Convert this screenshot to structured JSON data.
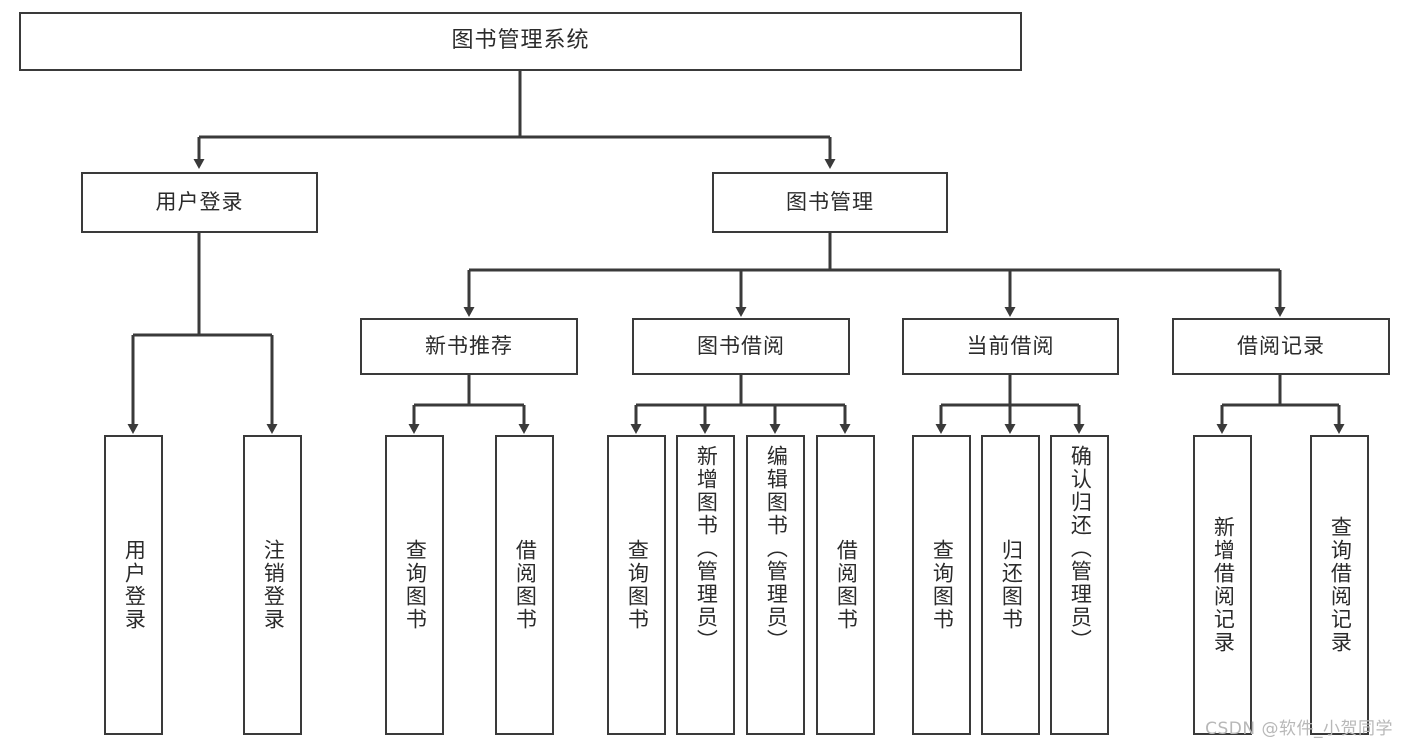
{
  "diagram": {
    "type": "tree",
    "title": "图书管理系统",
    "orientation": "top-down",
    "colors": {
      "box_border": "#3a3a3a",
      "box_fill": "#ffffff",
      "line": "#3a3a3a",
      "text": "#2b2b2b",
      "watermark": "#b8b8b8",
      "background": "#ffffff"
    },
    "root": {
      "label": "图书管理系统"
    },
    "level2": [
      {
        "label": "用户登录"
      },
      {
        "label": "图书管理"
      }
    ],
    "level3": [
      {
        "label": "新书推荐"
      },
      {
        "label": "图书借阅"
      },
      {
        "label": "当前借阅"
      },
      {
        "label": "借阅记录"
      }
    ],
    "leaves": {
      "user_login": [
        {
          "label": "用户登录"
        },
        {
          "label": "注销登录"
        }
      ],
      "new_book_recommend": [
        {
          "label": "查询图书"
        },
        {
          "label": "借阅图书"
        }
      ],
      "book_borrow": [
        {
          "label": "查询图书"
        },
        {
          "label": "新增图书（管理员）"
        },
        {
          "label": "编辑图书（管理员）"
        },
        {
          "label": "借阅图书"
        }
      ],
      "current_borrow": [
        {
          "label": "查询图书"
        },
        {
          "label": "归还图书"
        },
        {
          "label": "确认归还（管理员）"
        }
      ],
      "borrow_record": [
        {
          "label": "新增借阅记录"
        },
        {
          "label": "查询借阅记录"
        }
      ]
    }
  },
  "watermark": {
    "text": "CSDN @软件_小贺同学"
  }
}
